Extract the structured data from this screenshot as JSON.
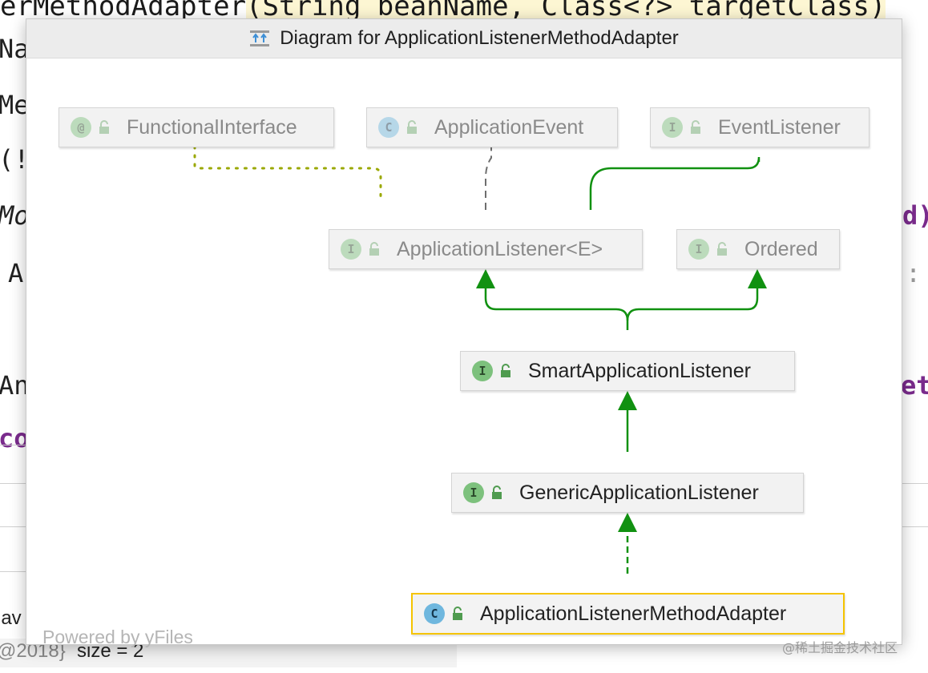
{
  "editor": {
    "top_line_prefix": "erMethodAdapter",
    "top_line_highlight": "(String beanName, Class<?> targetClass)",
    "left_fragments": [
      "Na",
      "Me",
      "(!",
      "Mo",
      "A",
      "An",
      "co"
    ],
    "right_fragments": [
      "d)",
      ":",
      "eth"
    ],
    "debug_line1": "jav",
    "debug_line2_prefix": "@2018}",
    "debug_line2_value": "size = 2"
  },
  "popup": {
    "title": "Diagram for ApplicationListenerMethodAdapter",
    "title_icon": "class-hierarchy-icon",
    "powered_by": "Powered by yFiles"
  },
  "nodes": {
    "functional_interface": {
      "label": "FunctionalInterface",
      "kind": "@",
      "kind_type": "annotation"
    },
    "application_event": {
      "label": "ApplicationEvent",
      "kind": "C",
      "kind_type": "class"
    },
    "event_listener": {
      "label": "EventListener",
      "kind": "I",
      "kind_type": "interface"
    },
    "application_listener": {
      "label": "ApplicationListener<E>",
      "kind": "I",
      "kind_type": "interface"
    },
    "ordered": {
      "label": "Ordered",
      "kind": "I",
      "kind_type": "interface"
    },
    "smart_application_listener": {
      "label": "SmartApplicationListener",
      "kind": "I",
      "kind_type": "interface"
    },
    "generic_application_listener": {
      "label": "GenericApplicationListener",
      "kind": "I",
      "kind_type": "interface"
    },
    "application_listener_method_adapter": {
      "label": "ApplicationListenerMethodAdapter",
      "kind": "C",
      "kind_type": "class"
    }
  },
  "colors": {
    "inheritance_edge": "#119111",
    "annotation_edge": "#9aa800",
    "dependency_edge": "#6e6e6e",
    "selected_border": "#f5c400",
    "interface_badge": "#7dc17d",
    "class_badge": "#6fb7de"
  },
  "watermark": "@稀土掘金技术社区"
}
